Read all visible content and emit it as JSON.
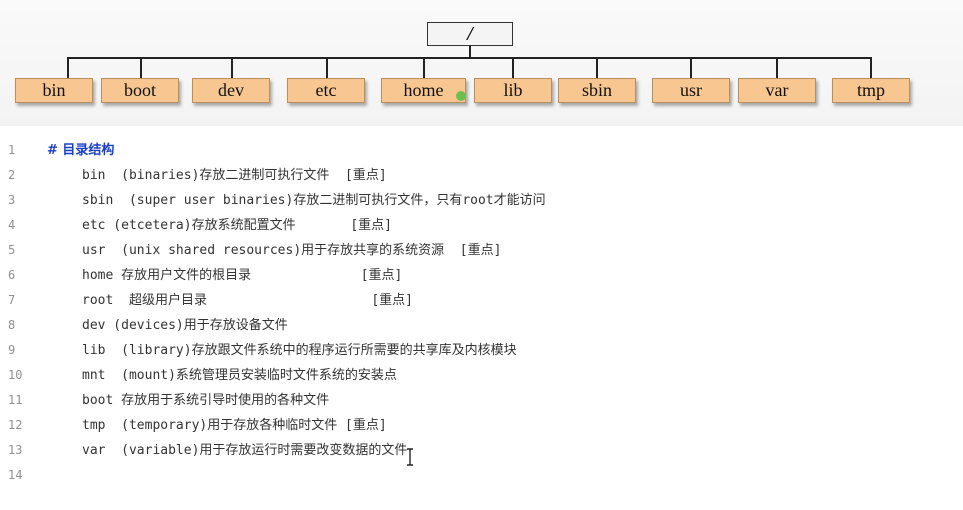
{
  "tree": {
    "root_label": "/",
    "directories": [
      "bin",
      "boot",
      "dev",
      "etc",
      "home",
      "lib",
      "sbin",
      "usr",
      "var",
      "tmp"
    ]
  },
  "editor": {
    "lines": [
      {
        "num": "1",
        "text": "# 目录结构"
      },
      {
        "num": "2",
        "text": "bin  (binaries)存放二进制可执行文件  [重点]"
      },
      {
        "num": "3",
        "text": "sbin  (super user binaries)存放二进制可执行文件，只有root才能访问"
      },
      {
        "num": "4",
        "text": "etc (etcetera)存放系统配置文件       [重点]"
      },
      {
        "num": "5",
        "text": "usr  (unix shared resources)用于存放共享的系统资源  [重点]"
      },
      {
        "num": "6",
        "text": "home 存放用户文件的根目录              [重点]"
      },
      {
        "num": "7",
        "text": "root  超级用户目录                     [重点]"
      },
      {
        "num": "8",
        "text": "dev (devices)用于存放设备文件"
      },
      {
        "num": "9",
        "text": "lib  (library)存放跟文件系统中的程序运行所需要的共享库及内核模块"
      },
      {
        "num": "10",
        "text": "mnt  (mount)系统管理员安装临时文件系统的安装点"
      },
      {
        "num": "11",
        "text": "boot 存放用于系统引导时使用的各种文件"
      },
      {
        "num": "12",
        "text": "tmp  (temporary)用于存放各种临时文件 [重点]"
      },
      {
        "num": "13",
        "text": "var  (variable)用于存放运行时需要改变数据的文件"
      },
      {
        "num": "14",
        "text": ""
      }
    ]
  },
  "colors": {
    "dir_box": "#f8c690",
    "heading": "#1a3fc7",
    "marker": "#6cc04a"
  }
}
